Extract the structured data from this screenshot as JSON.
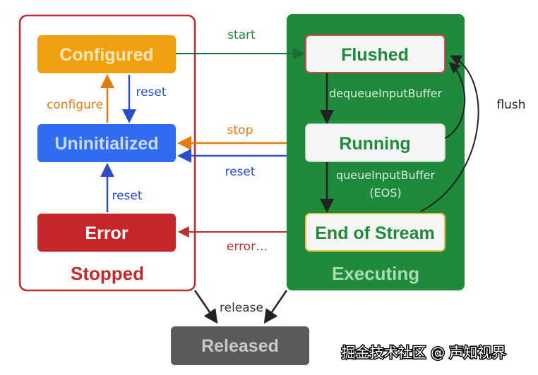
{
  "groups": {
    "stopped": "Stopped",
    "executing": "Executing"
  },
  "states": {
    "configured": "Configured",
    "uninitialized": "Uninitialized",
    "error": "Error",
    "flushed": "Flushed",
    "running": "Running",
    "end_of_stream": "End of Stream",
    "released": "Released"
  },
  "edges": {
    "start": "start",
    "reset_configured": "reset",
    "configure": "configure",
    "stop": "stop",
    "reset_executing": "reset",
    "reset_error": "reset",
    "error": "error…",
    "dequeue": "dequeueInputBuffer",
    "queue_line1": "queueInputBuffer",
    "queue_line2": "(EOS)",
    "flush": "flush",
    "release": "release"
  },
  "watermark": "掘金技术社区 @ 声知视界",
  "colors": {
    "stopped_border": "#c4292c",
    "executing_bg": "#1f8a3b",
    "configured": "#f0a00e",
    "uninitialized": "#2f6cf0",
    "error": "#c4262a",
    "released": "#5a5a5a",
    "green_text": "#1f8a3b",
    "orange_arrow": "#e67a12",
    "blue_arrow": "#2c4fc9",
    "red_arrow": "#b8302f"
  }
}
